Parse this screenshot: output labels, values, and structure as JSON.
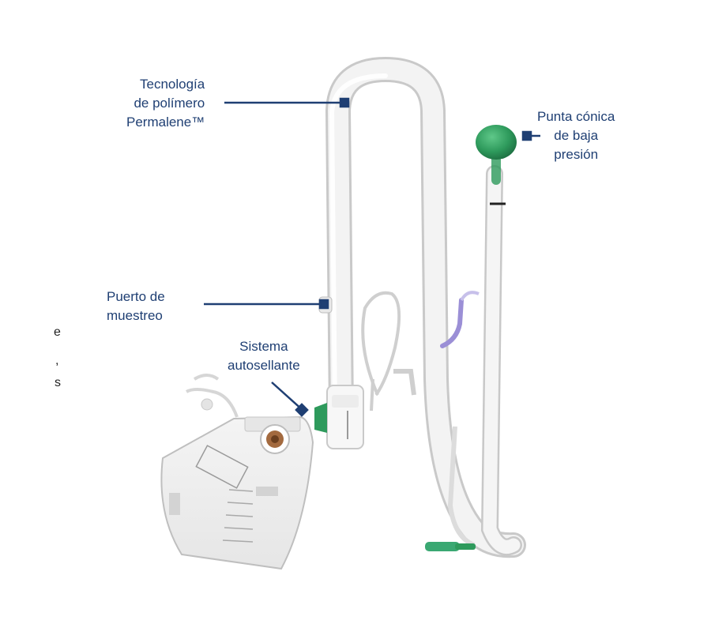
{
  "colors": {
    "label_text": "#1f3f73",
    "leader_line": "#1f3f73",
    "tip_green": "#2e9a5c",
    "tube_white": "#eeeeee",
    "purple_tube": "#9b8fd6"
  },
  "labels": {
    "polymer": [
      "Tecnología",
      "de polímero",
      "Permalene™"
    ],
    "cone_tip": [
      "Punta cónica",
      "de baja",
      "presión"
    ],
    "sample_port": [
      "Puerto de",
      "muestreo"
    ],
    "self_seal": [
      "Sistema",
      "autosellante"
    ]
  },
  "edge_fragments": [
    "e",
    ",",
    "s"
  ]
}
